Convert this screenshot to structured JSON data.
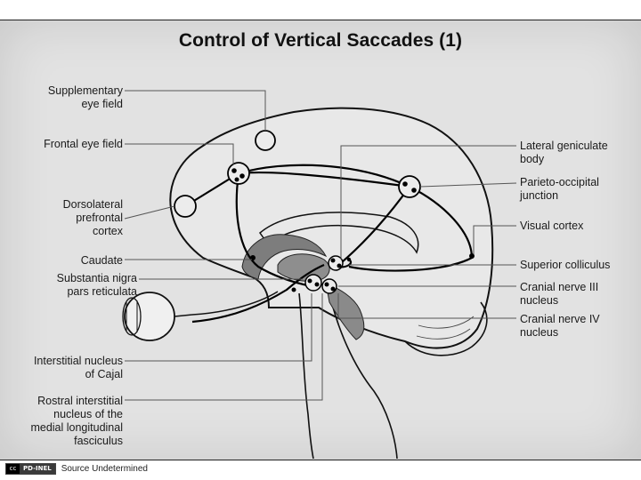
{
  "title": "Control of Vertical Saccades (1)",
  "labels_left": {
    "supplementary_eye_field": "Supplementary\neye field",
    "frontal_eye_field": "Frontal eye field",
    "dlpfc": "Dorsolateral\nprefrontal\ncortex",
    "caudate": "Caudate",
    "snpr": "Substantia nigra\npars reticulata",
    "inc": "Interstitial nucleus\nof Cajal",
    "rimlf": "Rostral interstitial\nnucleus of the\nmedial longitudinal\nfasciculus"
  },
  "labels_right": {
    "lgn": "Lateral geniculate\nbody",
    "poj": "Parieto-occipital\njunction",
    "visual_cortex": "Visual cortex",
    "sc": "Superior colliculus",
    "cn3": "Cranial nerve III\nnucleus",
    "cn4": "Cranial nerve IV\nnucleus"
  },
  "footer": {
    "badge_icon": "cc",
    "badge_text": "PD-INEL",
    "source": "Source Undetermined"
  }
}
